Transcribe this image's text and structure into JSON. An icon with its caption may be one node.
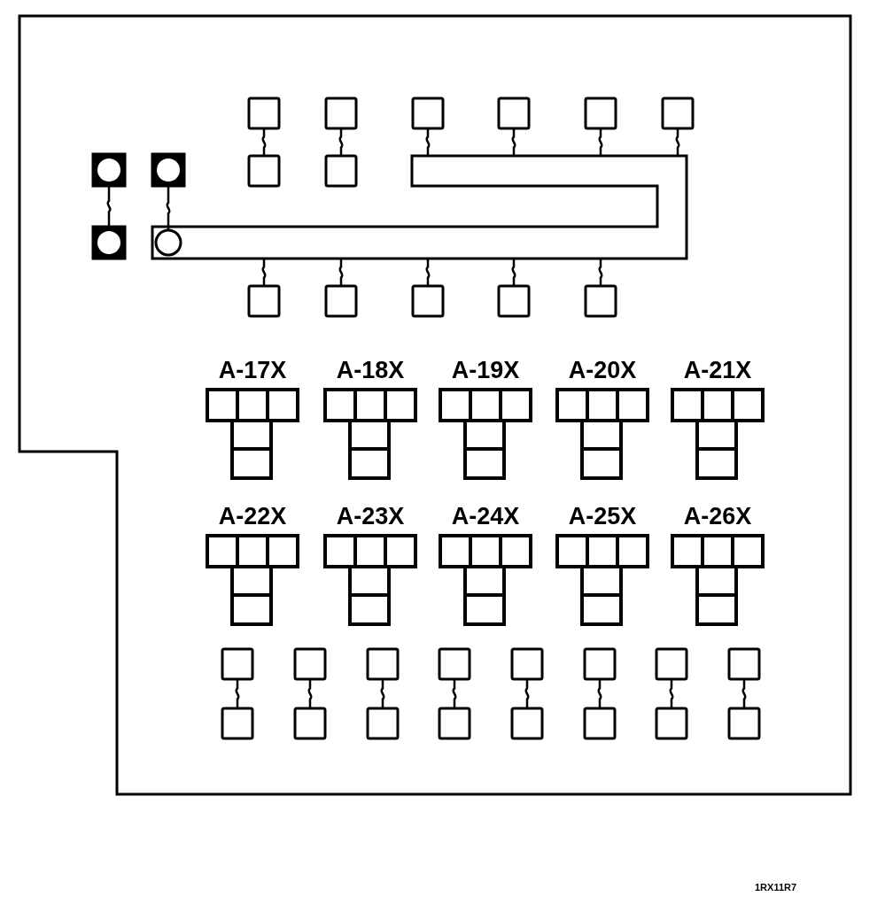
{
  "diagram": {
    "nodes": [
      {
        "text": [
          "A-17X"
        ]
      },
      {
        "text": [
          "A-18X"
        ]
      },
      {
        "text": [
          "A-19X"
        ]
      },
      {
        "text": [
          "A-20X"
        ]
      },
      {
        "text": [
          "A-21X"
        ]
      },
      {
        "text": [
          "A-22X"
        ]
      },
      {
        "text": [
          "A-23X"
        ]
      },
      {
        "text": [
          "A-24X"
        ]
      },
      {
        "text": [
          "A-25X"
        ]
      },
      {
        "text": [
          "A-26X"
        ]
      }
    ],
    "labels": [
      "1RX11R7"
    ]
  }
}
